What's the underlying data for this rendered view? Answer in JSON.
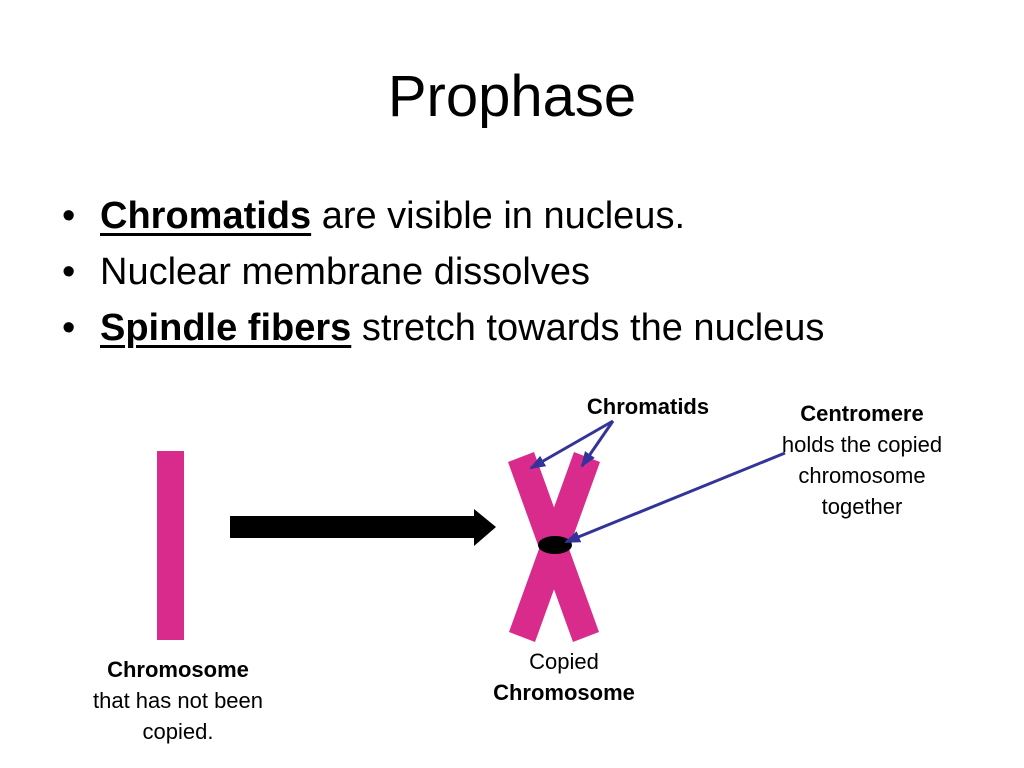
{
  "slide": {
    "title": "Prophase"
  },
  "bullets": [
    {
      "marker": "•",
      "term": "Chromatids",
      "text": " are visible in nucleus."
    },
    {
      "marker": "•",
      "term": "",
      "text": "Nuclear membrane dissolves"
    },
    {
      "marker": "•",
      "term": "Spindle fibers",
      "text": " stretch towards the nucleus"
    }
  ],
  "labels": {
    "chromatids": "Chromatids",
    "centromere_title": "Centromere",
    "centromere_desc_1": "holds the copied",
    "centromere_desc_2": "chromosome",
    "centromere_desc_3": "together",
    "copied_line_1": "Copied",
    "copied_line_2": "Chromosome",
    "uncopied_title": "Chromosome",
    "uncopied_desc_1": "that has not been",
    "uncopied_desc_2": "copied."
  },
  "colors": {
    "chromosome": "#d92b8c",
    "annotation_arrow": "#333399",
    "transition_arrow": "#000000",
    "centromere": "#000000"
  }
}
